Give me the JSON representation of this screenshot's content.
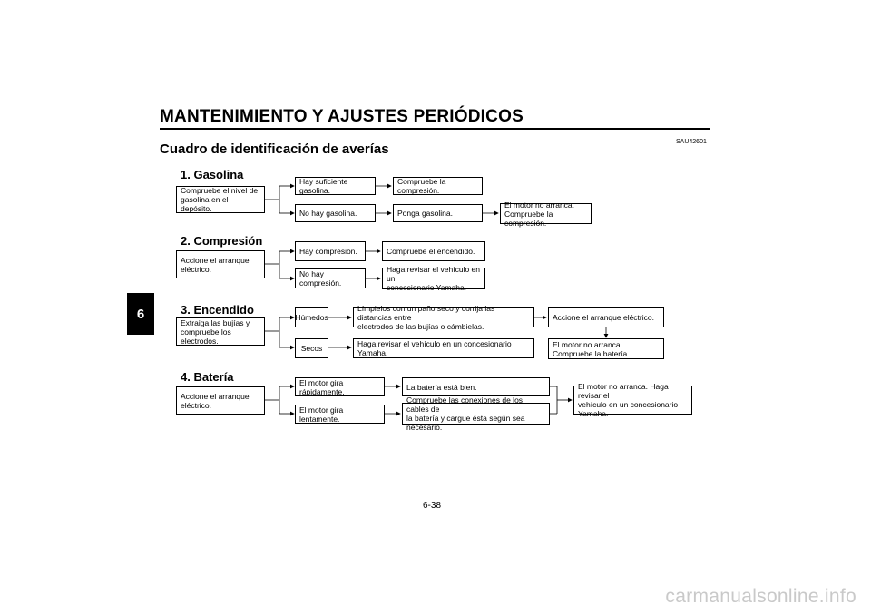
{
  "header": {
    "title": "MANTENIMIENTO Y AJUSTES PERIÓDICOS",
    "chapter_tab": "6"
  },
  "section": {
    "title": "Cuadro de identificación de averías",
    "code": "SAU42601"
  },
  "gasolina": {
    "heading": "1. Gasolina",
    "start": "Compruebe el nivel de\ngasolina en el depósito.",
    "yes": "Hay suficiente gasolina.",
    "yes_action": "Compruebe la compresión.",
    "no": "No hay gasolina.",
    "no_action": "Ponga gasolina.",
    "no_result": "El motor no arranca.\nCompruebe la compresión."
  },
  "compresion": {
    "heading": "2. Compresión",
    "start": "Accione el arranque\neléctrico.",
    "yes": "Hay compresión.",
    "yes_action": "Compruebe el encendido.",
    "no": "No hay compresión.",
    "no_action": "Haga revisar el vehículo en un\nconcesionario Yamaha."
  },
  "encendido": {
    "heading": "3. Encendido",
    "start": "Extraiga las bujías y\ncompruebe los electrodos.",
    "wet": "Húmedos",
    "wet_action": "Límpielos con un paño seco y corrija las distancias entre\nelectrodos de las bujías o cámbielas.",
    "wet_result": "Accione el arranque eléctrico.",
    "dry": "Secos",
    "dry_action": "Haga revisar el vehículo en un concesionario Yamaha.",
    "final": "El motor no arranca.\nCompruebe la batería."
  },
  "bateria": {
    "heading": "4. Batería",
    "start": "Accione el arranque\neléctrico.",
    "fast": "El motor gira rápidamente.",
    "fast_action": "La batería está bien.",
    "slow": "El motor gira lentamente.",
    "slow_action": "Compruebe las conexiones de los cables de\nla batería y cargue ésta según sea necesario.",
    "final": "El motor no arranca. Haga revisar el\nvehículo en un concesionario\nYamaha."
  },
  "footer": {
    "page_number": "6-38",
    "watermark": "carmanualsonline.info"
  }
}
